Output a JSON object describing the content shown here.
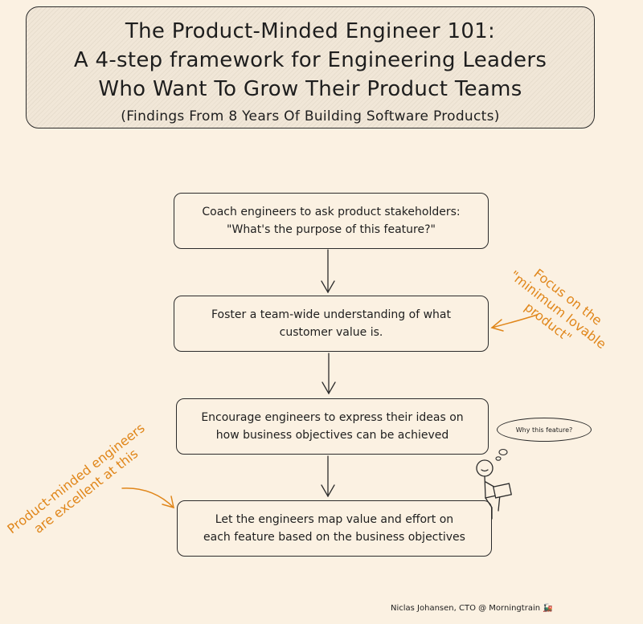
{
  "title": {
    "line1": "The Product-Minded Engineer 101:",
    "line2": "A 4-step framework for Engineering Leaders",
    "line3": "Who Want To Grow Their Product Teams",
    "subtitle": "(Findings From 8 Years Of Building Software Products)"
  },
  "steps": [
    {
      "text": "Coach engineers to ask product stakeholders:\n\"What's the purpose of this feature?\""
    },
    {
      "text": "Foster a team-wide understanding of what\ncustomer value is."
    },
    {
      "text": "Encourage engineers to express their ideas on\nhow business objectives can be achieved"
    },
    {
      "text": "Let the engineers map value and effort on\neach feature based on the business objectives"
    }
  ],
  "annotations": {
    "right": "Focus on the\n\"minimum lovable product\"",
    "left": "Product-minded engineers\nare excellent at this"
  },
  "thought_bubble": "Why this feature?",
  "signature": "Niclas Johansen, CTO @ Morningtrain 🚂",
  "colors": {
    "background": "#fbf1e2",
    "annotation": "#e0861a",
    "ink": "#1e1e1e"
  }
}
